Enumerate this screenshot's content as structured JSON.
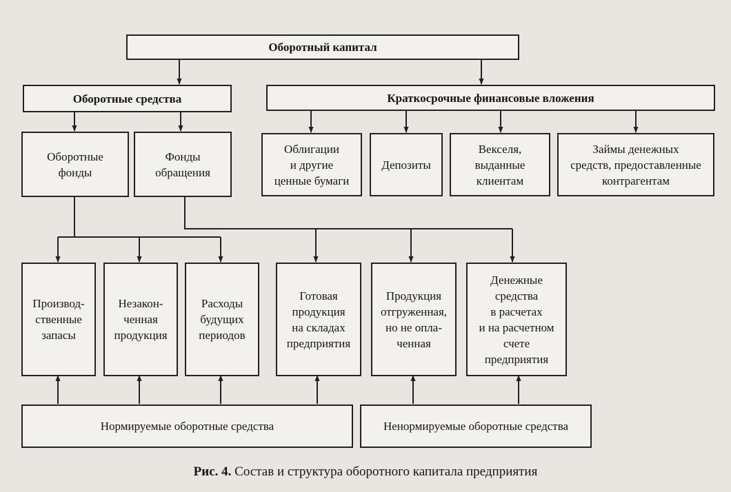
{
  "capital": "Оборотный капитал",
  "current_assets": "Оборотные средства",
  "short_term_investments": "Краткосрочные финансовые вложения",
  "working_funds": "Оборотные\nфонды",
  "circulation_funds": "Фонды\nобращения",
  "bonds": "Облигации\nи другие\nценные бумаги",
  "deposits": "Депозиты",
  "bills": "Векселя,\nвыданные\nклиентам",
  "loans": "Займы денежных\nсредств, предоставленные\nконтрагентам",
  "production_stocks": "Производ-\nственные\nзапасы",
  "wip": "Незакон-\nченная\nпродукция",
  "deferred_expenses": "Расходы\nбудущих\nпериодов",
  "finished_goods": "Готовая\nпродукция\nна складах\nпредприятия",
  "shipped_goods": "Продукция\nотгруженная,\nно не опла-\nченная",
  "cash": "Денежные\nсредства\nв расчетах\nи на расчетном\nсчете\nпредприятия",
  "normalized": "Нормируемые оборотные средства",
  "non_normalized": "Ненормируемые оборотные средства",
  "caption_label": "Рис. 4.",
  "caption_text": " Состав и структура оборотного капитала предприятия"
}
